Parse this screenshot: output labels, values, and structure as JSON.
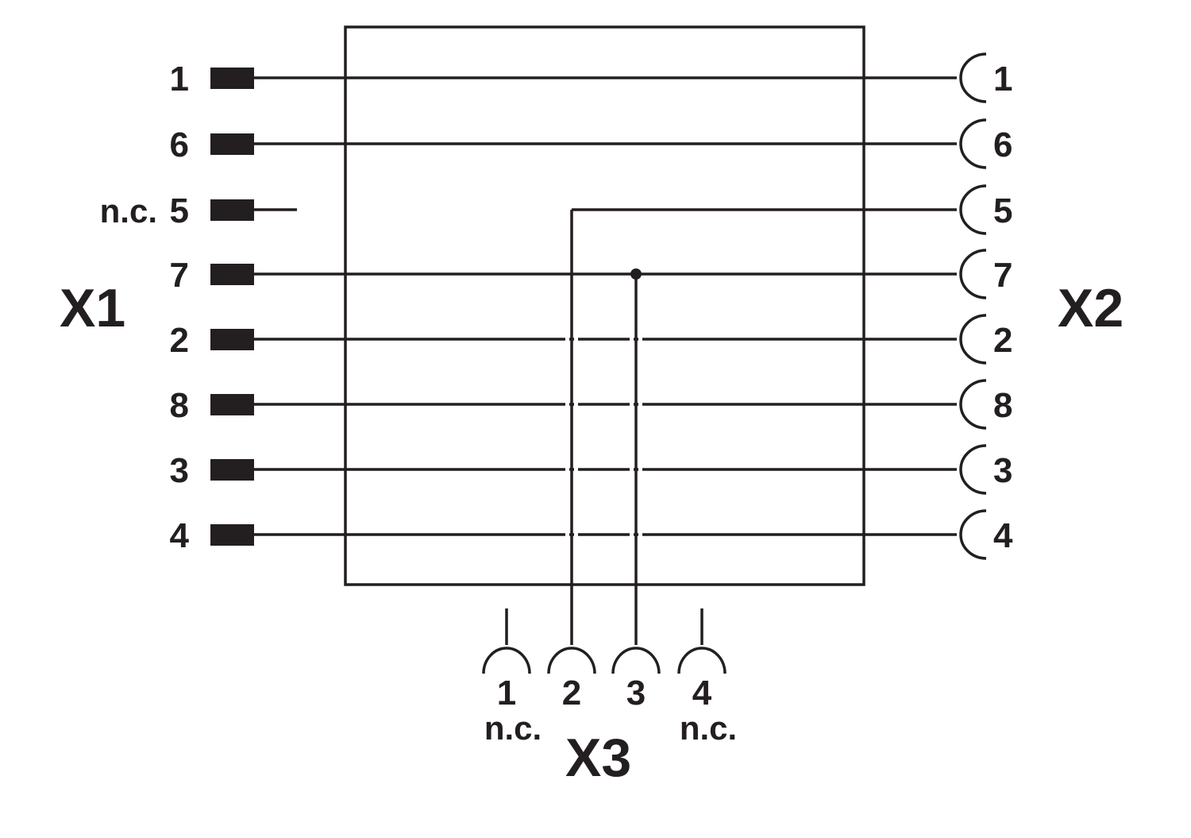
{
  "connectors": {
    "x1": {
      "name": "X1",
      "pins": [
        {
          "id": "1",
          "nc": ""
        },
        {
          "id": "6",
          "nc": ""
        },
        {
          "id": "5",
          "nc": "n.c."
        },
        {
          "id": "7",
          "nc": ""
        },
        {
          "id": "2",
          "nc": ""
        },
        {
          "id": "8",
          "nc": ""
        },
        {
          "id": "3",
          "nc": ""
        },
        {
          "id": "4",
          "nc": ""
        }
      ]
    },
    "x2": {
      "name": "X2",
      "pins": [
        "1",
        "6",
        "5",
        "7",
        "2",
        "8",
        "3",
        "4"
      ]
    },
    "x3": {
      "name": "X3",
      "pins": [
        {
          "id": "1",
          "nc": "n.c."
        },
        {
          "id": "2",
          "nc": ""
        },
        {
          "id": "3",
          "nc": ""
        },
        {
          "id": "4",
          "nc": "n.c."
        }
      ]
    }
  },
  "colors": {
    "ink": "#231f20",
    "background": "#ffffff"
  }
}
